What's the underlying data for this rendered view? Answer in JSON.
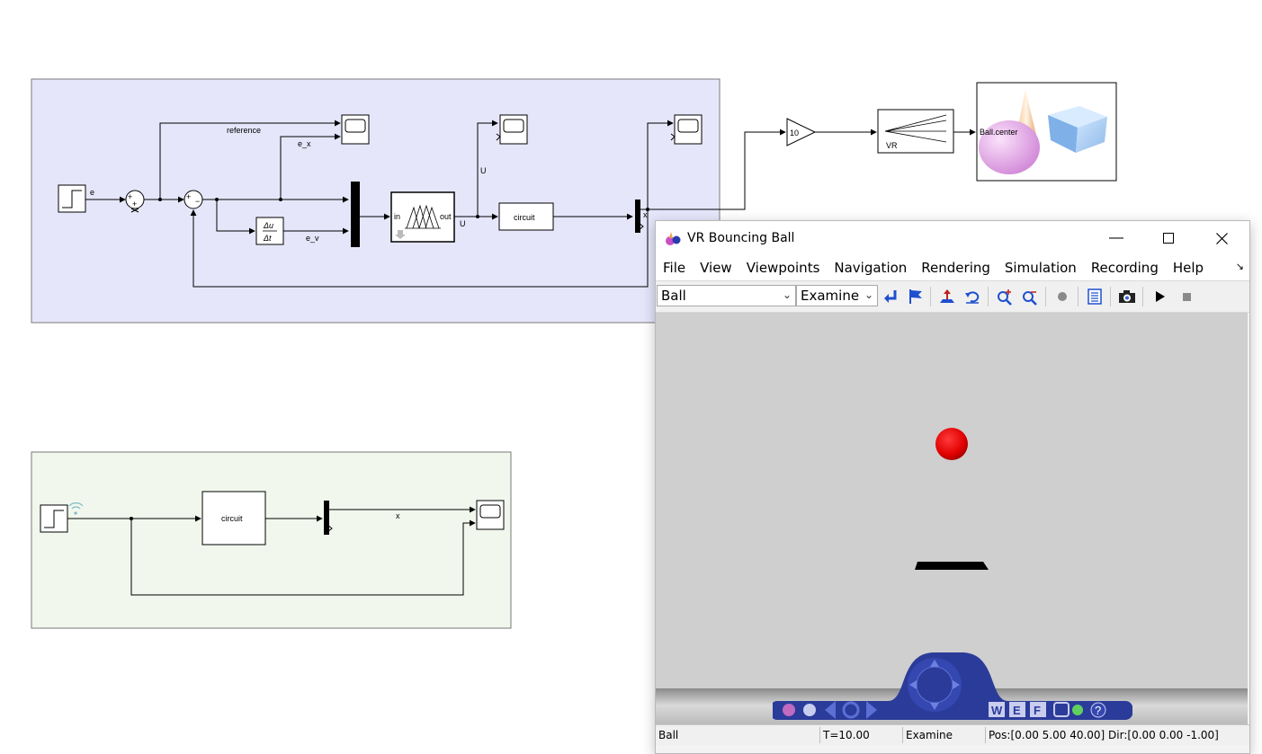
{
  "top_diagram": {
    "labels": {
      "reference": "reference",
      "e": "e",
      "e_x": "e_x",
      "e_v": "e_v",
      "derivative_num": "Δu",
      "derivative_den": "Δt",
      "fuzzy_in": "in",
      "fuzzy_out": "out",
      "U_out": "U",
      "U_branch": "U",
      "circuit": "circuit",
      "x": "x",
      "gain": "10",
      "vr_sink": "VR",
      "ball_center": "Ball.center",
      "sum1_plus_top": "+",
      "sum1_plus_bottom": "+",
      "sum2_plus": "+",
      "sum2_minus": "−"
    }
  },
  "bottom_diagram": {
    "labels": {
      "circuit": "circuit",
      "x": "x"
    }
  },
  "vr_window": {
    "title": "VR Bouncing Ball",
    "menu": [
      "File",
      "View",
      "Viewpoints",
      "Navigation",
      "Rendering",
      "Simulation",
      "Recording",
      "Help"
    ],
    "viewpoint_select": "Ball",
    "navigation_select": "Examine",
    "nav_panel": {
      "w": "W",
      "e": "E",
      "f": "F",
      "help": "?"
    },
    "status": {
      "viewpoint": "Ball",
      "time": "T=10.00",
      "mode": "Examine",
      "position": "Pos:[0.00 5.00 40.00] Dir:[0.00 0.00 -1.00]"
    }
  },
  "colors": {
    "top_area_bg": "#e6e6fb",
    "bottom_area_bg": "#f1f7ec",
    "ball_red": "#e00000",
    "viewport_bg": "#cfcfcf",
    "nav_blue": "#2b3b9a"
  }
}
